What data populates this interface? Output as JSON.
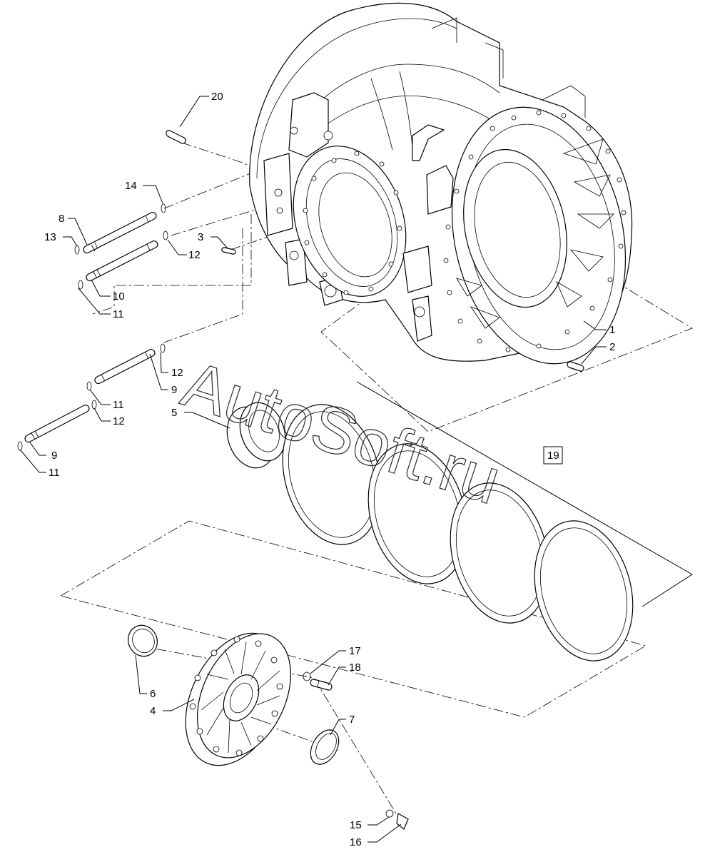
{
  "callouts": [
    {
      "id": "c20",
      "text": "20"
    },
    {
      "id": "c14",
      "text": "14"
    },
    {
      "id": "c8",
      "text": "8"
    },
    {
      "id": "c13",
      "text": "13"
    },
    {
      "id": "c3",
      "text": "3"
    },
    {
      "id": "c12a",
      "text": "12"
    },
    {
      "id": "c10",
      "text": "10"
    },
    {
      "id": "c11a",
      "text": "11"
    },
    {
      "id": "c1",
      "text": "1"
    },
    {
      "id": "c2",
      "text": "2"
    },
    {
      "id": "c12b",
      "text": "12"
    },
    {
      "id": "c9a",
      "text": "9"
    },
    {
      "id": "c11b",
      "text": "11"
    },
    {
      "id": "c12c",
      "text": "12"
    },
    {
      "id": "c5",
      "text": "5"
    },
    {
      "id": "c19",
      "text": "19"
    },
    {
      "id": "c9b",
      "text": "9"
    },
    {
      "id": "c11c",
      "text": "11"
    },
    {
      "id": "c17",
      "text": "17"
    },
    {
      "id": "c18",
      "text": "18"
    },
    {
      "id": "c6",
      "text": "6"
    },
    {
      "id": "c4",
      "text": "4"
    },
    {
      "id": "c7",
      "text": "7"
    },
    {
      "id": "c15",
      "text": "15"
    },
    {
      "id": "c16",
      "text": "16"
    }
  ],
  "watermark": "AutoSoft.ru"
}
